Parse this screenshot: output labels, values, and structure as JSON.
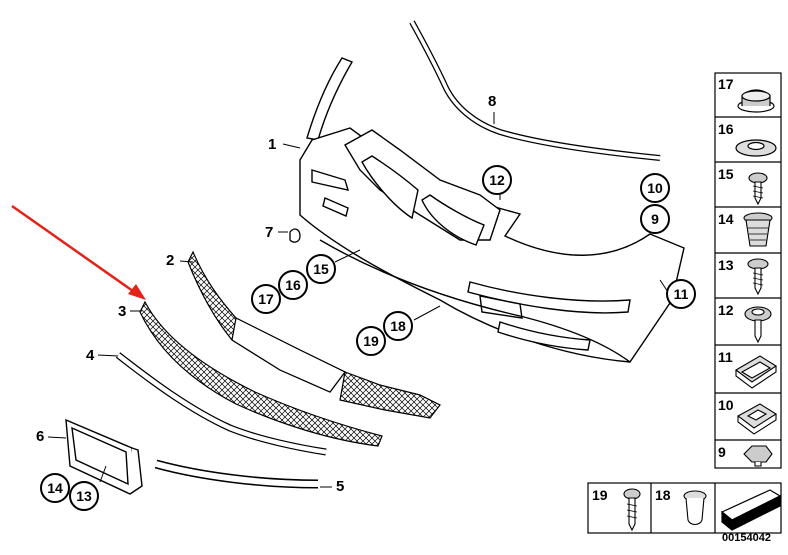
{
  "diagram": {
    "callouts": [
      "1",
      "2",
      "3",
      "4",
      "5",
      "6",
      "7",
      "8",
      "9",
      "10",
      "11",
      "12",
      "13",
      "14",
      "15",
      "16",
      "17",
      "18",
      "19"
    ],
    "side_panel": [
      "17",
      "16",
      "15",
      "14",
      "13",
      "12",
      "11",
      "10",
      "9"
    ],
    "bottom_panel": [
      "19",
      "18"
    ],
    "diagram_id": "00154042",
    "colors": {
      "line": "#000000",
      "arrow": "#e32219",
      "background": "#ffffff"
    }
  }
}
